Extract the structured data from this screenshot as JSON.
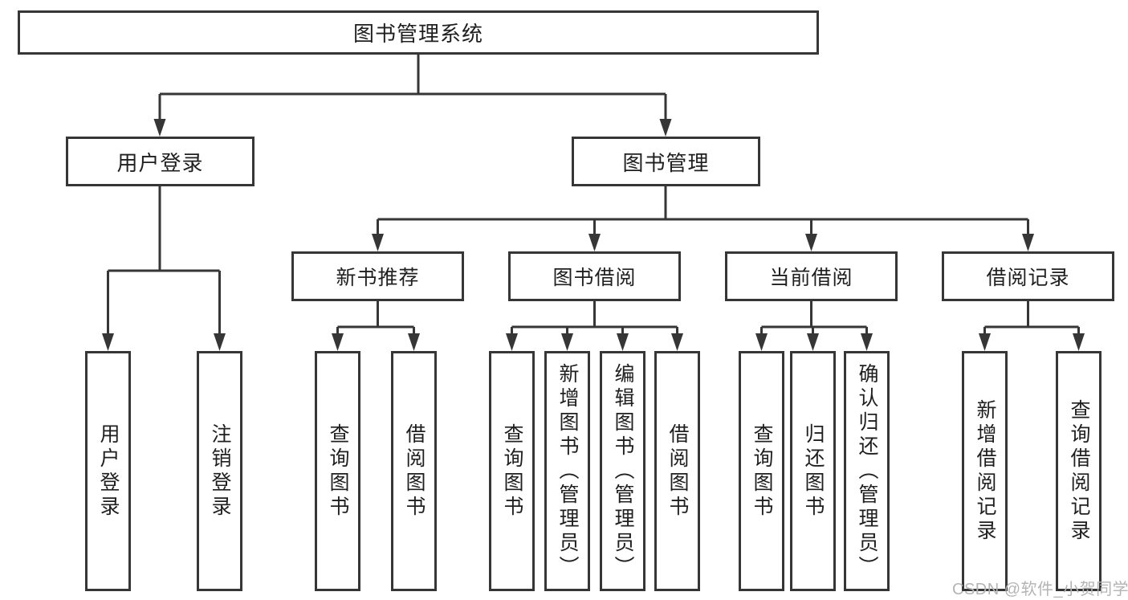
{
  "diagram": {
    "root": {
      "label": "图书管理系统"
    },
    "level2": {
      "user_login": {
        "label": "用户登录"
      },
      "book_mgmt": {
        "label": "图书管理"
      }
    },
    "level3": {
      "new_book_rec": {
        "label": "新书推荐"
      },
      "book_borrow": {
        "label": "图书借阅"
      },
      "current_borrow": {
        "label": "当前借阅"
      },
      "borrow_record": {
        "label": "借阅记录"
      }
    },
    "leaves": {
      "user_login": {
        "label": "用户登录"
      },
      "logout": {
        "label": "注销登录"
      },
      "query_book_rec": {
        "label": "查询图书"
      },
      "borrow_book_rec": {
        "label": "借阅图书"
      },
      "query_book_borrow": {
        "label": "查询图书"
      },
      "add_book": {
        "label": "新增图书（管理员）"
      },
      "edit_book": {
        "label": "编辑图书（管理员）"
      },
      "borrow_book_borrow": {
        "label": "借阅图书"
      },
      "query_book_current": {
        "label": "查询图书"
      },
      "return_book": {
        "label": "归还图书"
      },
      "confirm_return": {
        "label": "确认归还（管理员）"
      },
      "add_borrow_record": {
        "label": "新增借阅记录"
      },
      "query_borrow_record": {
        "label": "查询借阅记录"
      }
    },
    "edges": [
      [
        "图书管理系统",
        "用户登录"
      ],
      [
        "图书管理系统",
        "图书管理"
      ],
      [
        "用户登录",
        "用户登录"
      ],
      [
        "用户登录",
        "注销登录"
      ],
      [
        "图书管理",
        "新书推荐"
      ],
      [
        "图书管理",
        "图书借阅"
      ],
      [
        "图书管理",
        "当前借阅"
      ],
      [
        "图书管理",
        "借阅记录"
      ],
      [
        "新书推荐",
        "查询图书"
      ],
      [
        "新书推荐",
        "借阅图书"
      ],
      [
        "图书借阅",
        "查询图书"
      ],
      [
        "图书借阅",
        "新增图书（管理员）"
      ],
      [
        "图书借阅",
        "编辑图书（管理员）"
      ],
      [
        "图书借阅",
        "借阅图书"
      ],
      [
        "当前借阅",
        "查询图书"
      ],
      [
        "当前借阅",
        "归还图书"
      ],
      [
        "当前借阅",
        "确认归还（管理员）"
      ],
      [
        "借阅记录",
        "新增借阅记录"
      ],
      [
        "借阅记录",
        "查询借阅记录"
      ]
    ]
  },
  "watermark": {
    "text": "CSDN @软件_小贺同学"
  },
  "colors": {
    "line": "#363636",
    "text": "#1f1f1f",
    "background": "#ffffff",
    "watermark": "#b4b4b4"
  }
}
